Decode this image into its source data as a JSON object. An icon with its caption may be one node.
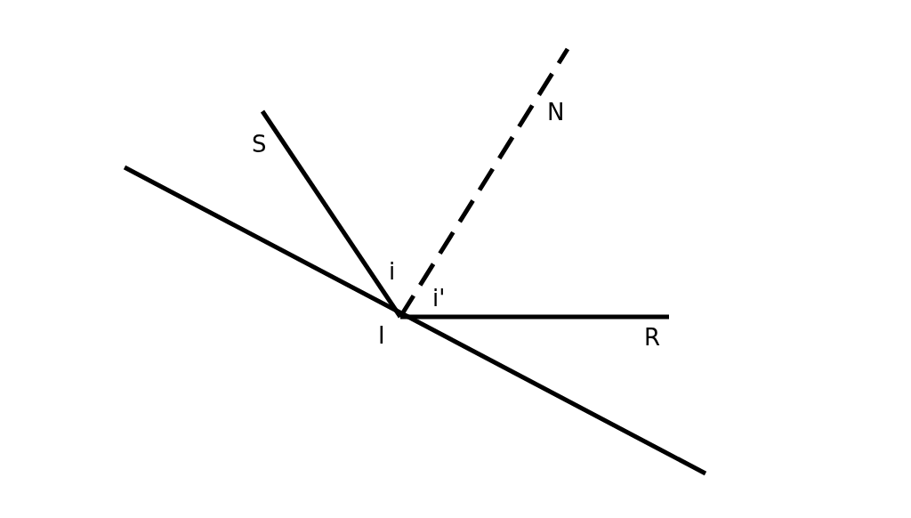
{
  "diagram": {
    "nodes": [
      {
        "text": [
          "S"
        ]
      },
      {
        "text": [
          "N"
        ]
      },
      {
        "text": [
          "I"
        ]
      },
      {
        "text": [
          "R"
        ]
      }
    ],
    "edges": [
      {
        "from": 0,
        "to": 2,
        "arrow": "none"
      },
      {
        "from": 2,
        "to": 1,
        "arrow": "none",
        "style": "dashed"
      },
      {
        "from": 2,
        "to": 3,
        "arrow": "none"
      }
    ],
    "labels": [
      "i",
      "i'"
    ]
  }
}
